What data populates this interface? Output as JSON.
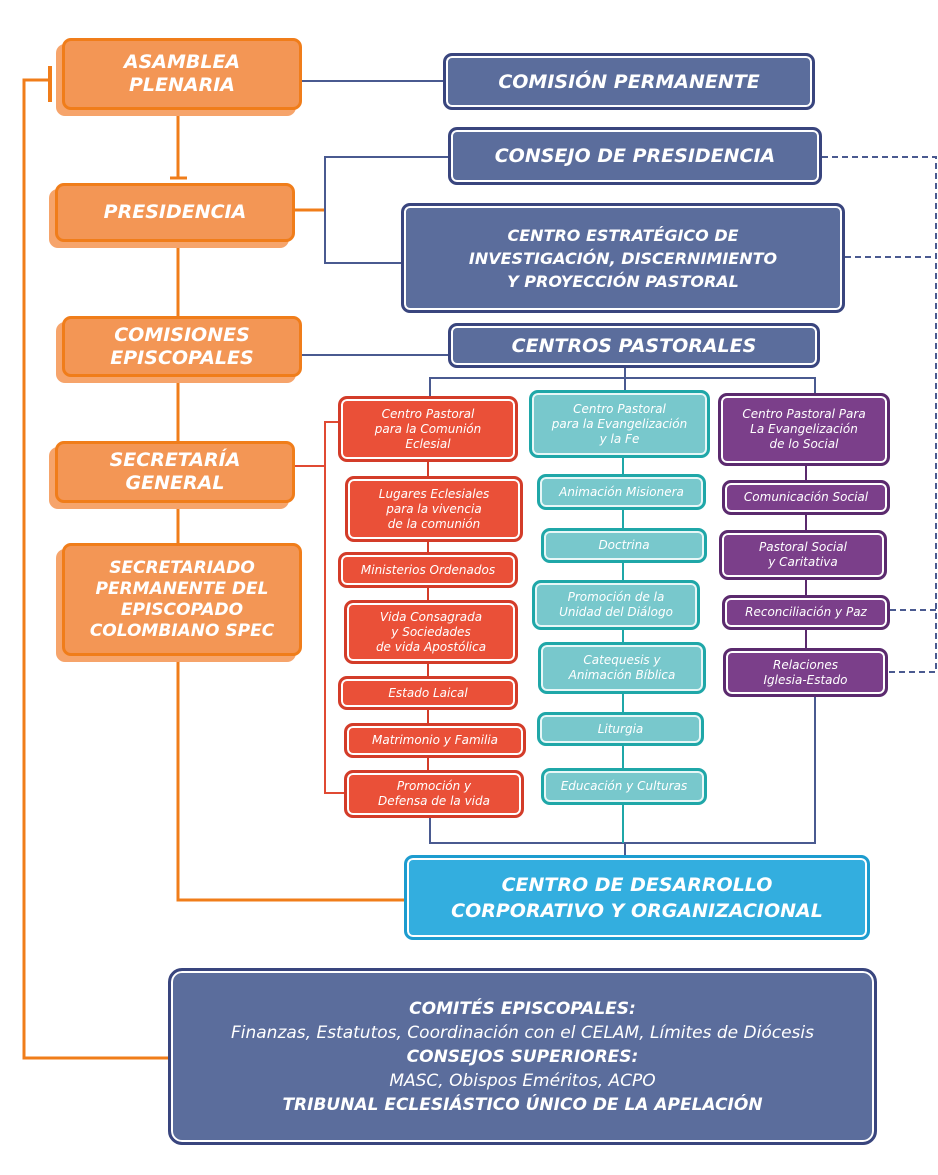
{
  "colors": {
    "orange": "#f39655",
    "navy": "#5b6d9c",
    "red": "#ea5038",
    "teal": "#78c8cc",
    "purple": "#7b3f8a",
    "cyan": "#33aedf"
  },
  "left": {
    "asamblea": "ASAMBLEA\nPLENARIA",
    "presidencia": "PRESIDENCIA",
    "comisiones": "COMISIONES\nEPISCOPALES",
    "secretaria": "SECRETARÍA\nGENERAL",
    "secretariado": "SECRETARIADO\nPERMANENTE DEL\nEPISCOPADO\nCOLOMBIANO SPEC"
  },
  "right": {
    "comision_permanente": "COMISIÓN PERMANENTE",
    "consejo_presidencia": "CONSEJO DE PRESIDENCIA",
    "centro_estrategico": "CENTRO ESTRATÉGICO DE\nINVESTIGACIÓN, DISCERNIMIENTO\nY PROYECCIÓN PASTORAL",
    "centros_pastorales": "CENTROS PASTORALES",
    "centro_desarrollo": "CENTRO DE DESARROLLO\nCORPORATIVO Y ORGANIZACIONAL"
  },
  "comunion": {
    "head": "Centro Pastoral\npara la Comunión\nEclesial",
    "items": [
      "Lugares Eclesiales\npara la vivencia\nde la comunión",
      "Ministerios Ordenados",
      "Vida Consagrada\ny Sociedades\nde vida Apostólica",
      "Estado Laical",
      "Matrimonio y Familia",
      "Promoción y\nDefensa de la vida"
    ]
  },
  "evangelizacion": {
    "head": "Centro Pastoral\npara la Evangelización\ny la Fe",
    "items": [
      "Animación Misionera",
      "Doctrina",
      "Promoción de la\nUnidad del Diálogo",
      "Catequesis y\nAnimación Bíblica",
      "Liturgia",
      "Educación y Culturas"
    ]
  },
  "social": {
    "head": "Centro Pastoral Para\nLa Evangelización\nde lo Social",
    "items": [
      "Comunicación Social",
      "Pastoral Social\ny Caritativa",
      "Reconciliación y Paz",
      "Relaciones\nIglesia-Estado"
    ]
  },
  "bottom": {
    "comites_title": "COMITÉS EPISCOPALES:",
    "comites": "Finanzas, Estatutos, Coordinación con el CELAM, Límites de Diócesis",
    "consejos_title": "CONSEJOS SUPERIORES:",
    "consejos": "MASC, Obispos Eméritos, ACPO",
    "tribunal": "TRIBUNAL ECLESIÁSTICO ÚNICO DE LA APELACIÓN"
  }
}
